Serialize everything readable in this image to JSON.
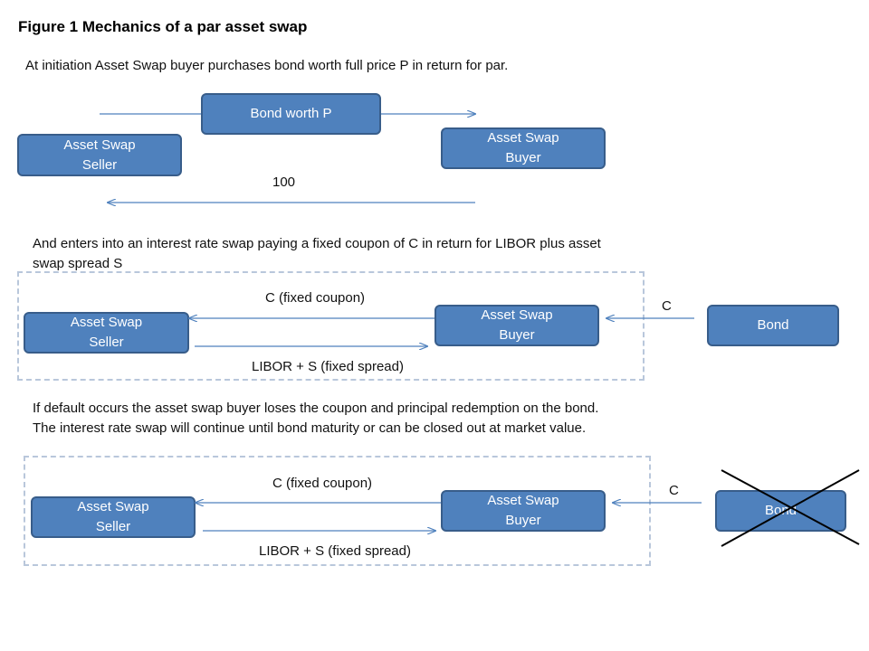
{
  "title": "Figure 1 Mechanics  of a par asset swap",
  "section1": {
    "text": "At initiation Asset Swap buyer purchases bond worth full price P in return for par.",
    "bond_box": "Bond worth P",
    "seller": [
      "Asset Swap",
      "Seller"
    ],
    "buyer": [
      "Asset Swap",
      "Buyer"
    ],
    "par_label": "100"
  },
  "section2": {
    "text_line1": "And enters into an interest rate swap paying a fixed coupon of C in return for LIBOR plus asset",
    "text_line2": "swap spread S",
    "seller": [
      "Asset Swap",
      "Seller"
    ],
    "buyer": [
      "Asset Swap",
      "Buyer"
    ],
    "bond": "Bond",
    "fixed_label": "C (fixed coupon)",
    "float_label": "LIBOR + S (fixed spread)",
    "coupon_label": "C"
  },
  "section3": {
    "text_line1": "If default occurs the asset swap buyer loses the coupon and principal redemption on the bond.",
    "text_line2": "The interest rate swap will continue until bond maturity or can be closed out at market value.",
    "seller": [
      "Asset Swap",
      "Seller"
    ],
    "buyer": [
      "Asset Swap",
      "Buyer"
    ],
    "bond": "Bond",
    "fixed_label": "C (fixed coupon)",
    "float_label": "LIBOR + S (fixed spread)",
    "coupon_label": "C"
  },
  "colors": {
    "box_fill": "#4f81bd",
    "box_border": "#385d8a",
    "arrow": "#4f81bd",
    "dashed": "#b9c7db",
    "cross": "#000000"
  }
}
